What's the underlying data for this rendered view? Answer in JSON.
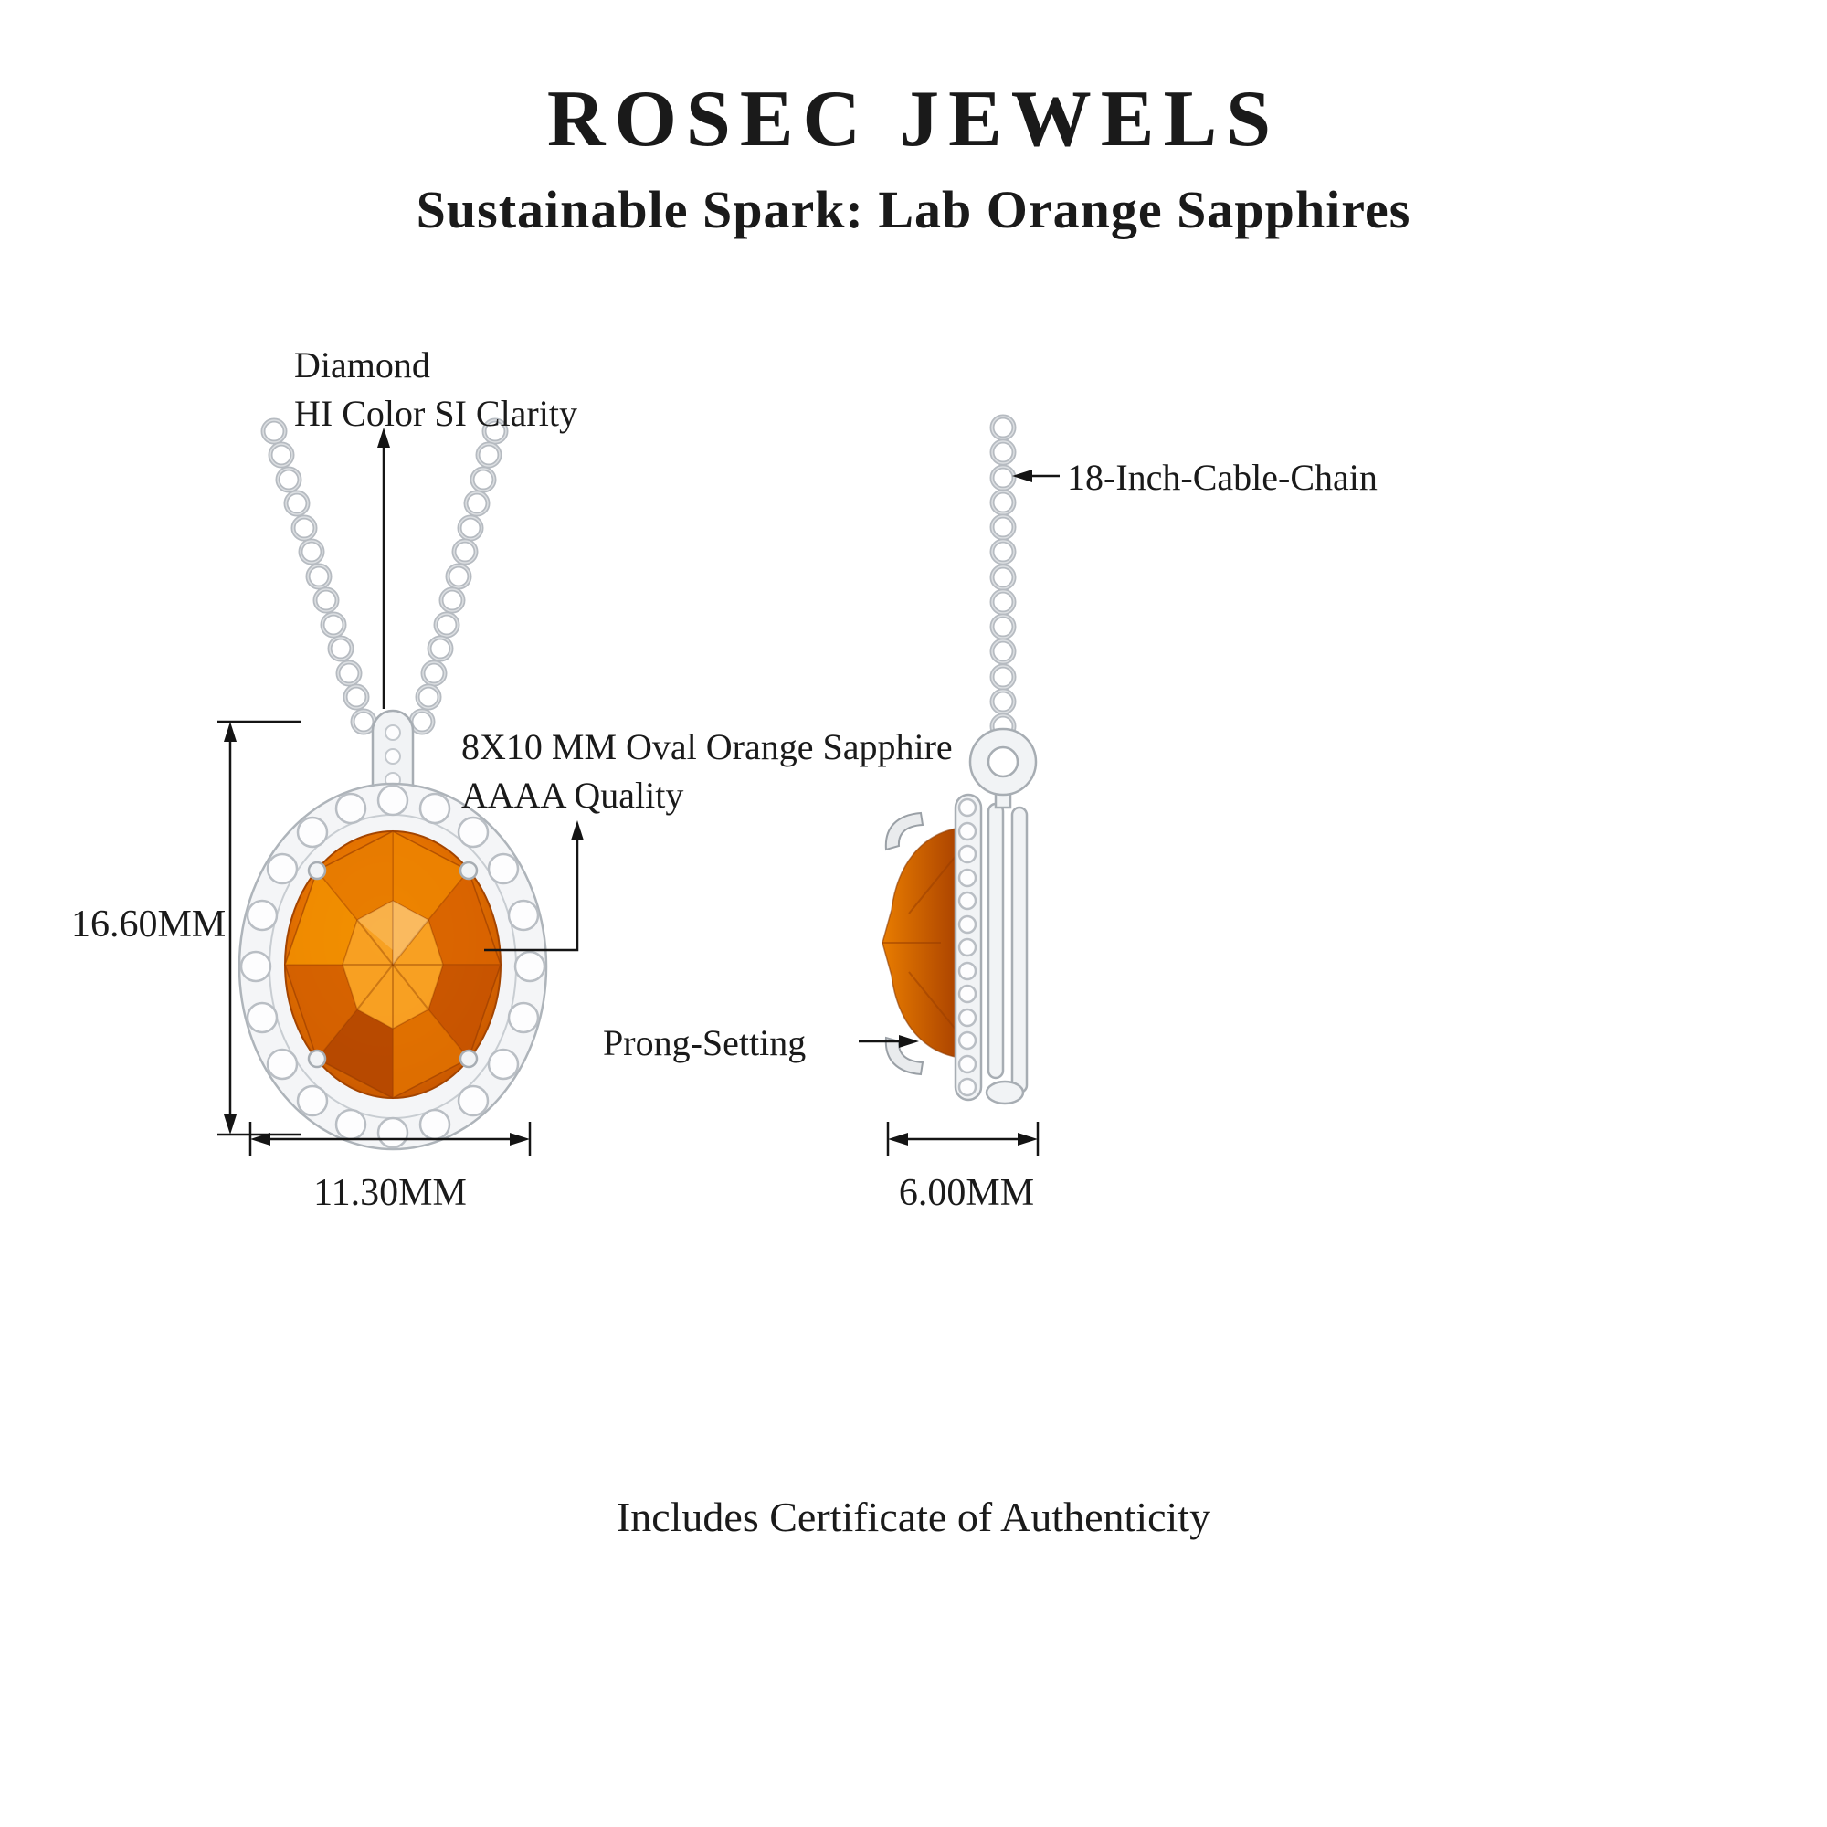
{
  "header": {
    "brand": "ROSEC JEWELS",
    "tagline": "Sustainable Spark: Lab Orange Sapphires"
  },
  "callouts": {
    "diamond": {
      "line1": "Diamond",
      "line2": "HI Color SI Clarity"
    },
    "chain": {
      "label": "18-Inch-Cable-Chain"
    },
    "sapphire": {
      "line1": "8X10 MM Oval Orange Sapphire",
      "line2": "AAAA Quality"
    },
    "prong": {
      "label": "Prong-Setting"
    }
  },
  "measurements": {
    "height": "16.60MM",
    "width": "11.30MM",
    "depth": "6.00MM"
  },
  "footer": {
    "certificate": "Includes Certificate of Authenticity"
  },
  "colors": {
    "sapphire_bright": "#F59500",
    "sapphire_mid": "#E47200",
    "sapphire_deep": "#BF4E00",
    "metal": "#b6bbc1",
    "text": "#1a1a1a"
  }
}
